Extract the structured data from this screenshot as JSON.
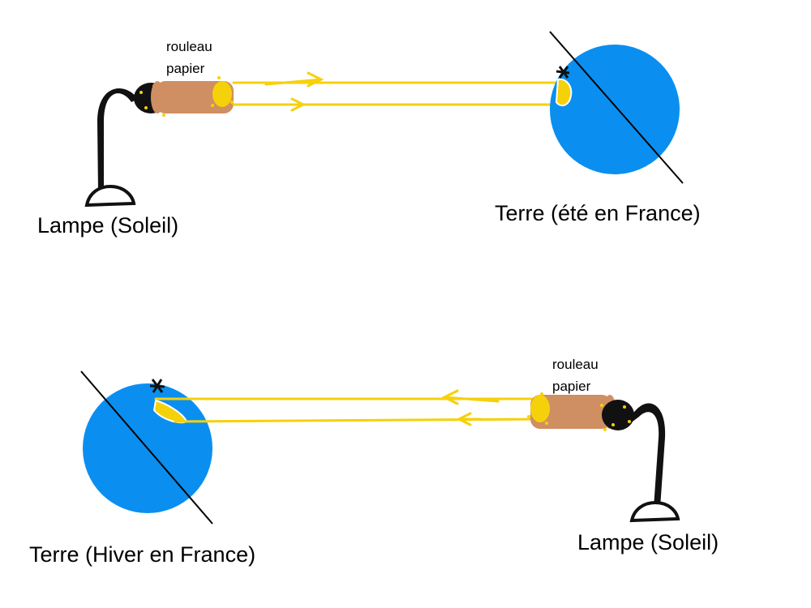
{
  "diagram": {
    "top_scene": {
      "tube_label_line1": "rouleau",
      "tube_label_line2": "papier",
      "lamp_label": "Lampe (Soleil)",
      "earth_label": "Terre (été en France)"
    },
    "bottom_scene": {
      "tube_label_line1": "rouleau",
      "tube_label_line2": "papier",
      "lamp_label": "Lampe (Soleil)",
      "earth_label": "Terre (Hiver en France)"
    }
  },
  "colors": {
    "earth": "#0a8ff0",
    "light_ray": "#f5d10a",
    "tube": "#cf8f62",
    "lamp": "#111111",
    "axis": "#000000"
  }
}
